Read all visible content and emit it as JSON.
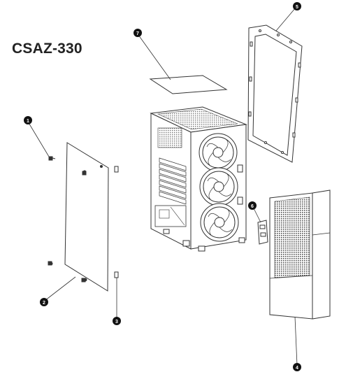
{
  "diagram": {
    "title": "CSAZ-330",
    "callouts": [
      {
        "id": "1",
        "label": "1"
      },
      {
        "id": "2",
        "label": "2"
      },
      {
        "id": "3",
        "label": "3"
      },
      {
        "id": "4",
        "label": "4"
      },
      {
        "id": "5",
        "label": "5"
      },
      {
        "id": "6",
        "label": "6"
      },
      {
        "id": "7",
        "label": "7"
      }
    ],
    "colors": {
      "line": "#333333",
      "callout_fill": "#111111",
      "callout_text": "#ffffff",
      "background": "#ffffff"
    }
  }
}
